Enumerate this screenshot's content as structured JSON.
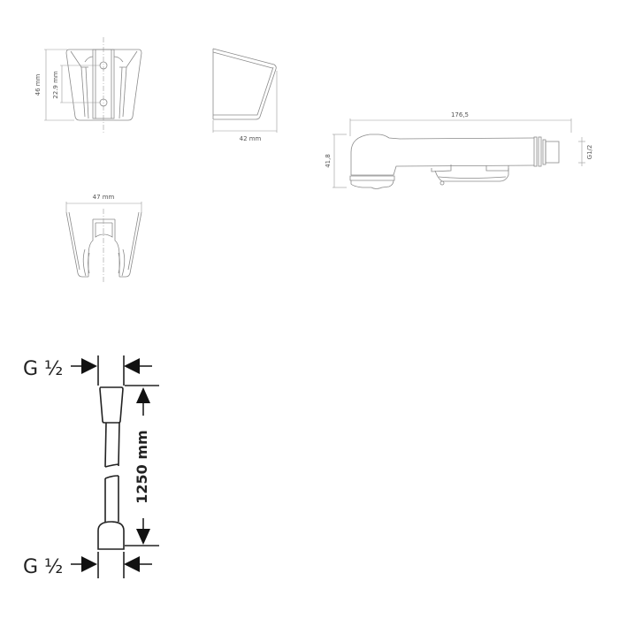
{
  "bracket_front": {
    "height_label": "46 mm",
    "hole_spacing_label": "22.9 mm"
  },
  "bracket_side": {
    "depth_label": "42 mm"
  },
  "bracket_top": {
    "width_label": "47 mm"
  },
  "hand_shower": {
    "length_label": "176,5",
    "height_label": "41,8",
    "thread_label": "G1/2"
  },
  "hose": {
    "top_connection_label": "G ½",
    "bottom_connection_label": "G ½",
    "length_label": "1250 mm"
  }
}
